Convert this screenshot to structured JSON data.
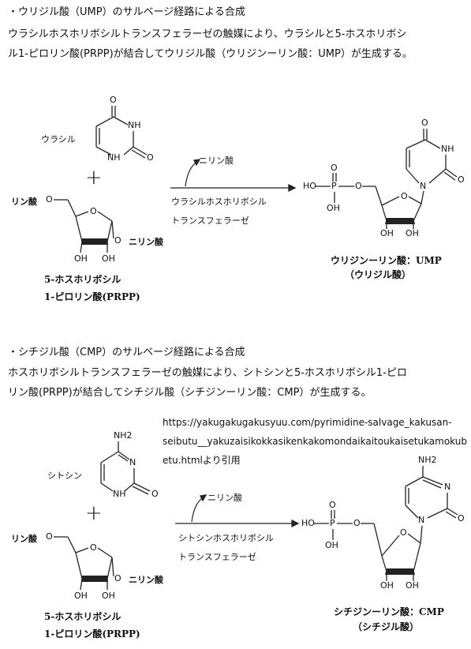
{
  "section1": {
    "heading": "・ウリジル酸（UMP）のサルベージ経路による合成",
    "desc_line1": "ウラシルホスホリボシルトランスフェラーゼの触媒により、ウラシルと5-ホスホリボシ",
    "desc_line2": "ル1-ピロリン酸(PRPP)が結合してウリジル酸（ウリジンーリン酸：UMP）が生成する。",
    "base_name": "ウラシル",
    "phosphate_left": "リン酸",
    "pyrophosphate_tag": "ニリン酸",
    "prpp_line1": "5-ホスホリボシル",
    "prpp_line2": "1-ピロリン酸(PRPP)",
    "byproduct": "ニリン酸",
    "enzyme_line1": "ウラシルホスホリボシル",
    "enzyme_line2": "トランスフェラーゼ",
    "product_line1": "ウリジンーリン酸：UMP",
    "product_line2": "（ウリジル酸）"
  },
  "section2": {
    "heading": "・シチジル酸（CMP）のサルベージ経路による合成",
    "desc_line1": "ホスホリボシルトランスフェラーゼの触媒により、シトシンと5-ホスホリボシル1-ピロ",
    "desc_line2": "リン酸(PRPP)が結合してシチジル酸（シチジンーリン酸：CMP）が生成する。",
    "base_name": "シトシン",
    "phosphate_left": "リン酸",
    "pyrophosphate_tag": "ニリン酸",
    "prpp_line1": "5-ホスホリボシル",
    "prpp_line2": "1-ピロリン酸(PRPP)",
    "byproduct": "ニリン酸",
    "enzyme_line1": "シトシンホスホリボシル",
    "enzyme_line2": "トランスフェラーゼ",
    "product_line1": "シチジンーリン酸：CMP",
    "product_line2": "（シチジル酸）"
  },
  "source_line1": "https://yakugakugakusyuu.com/pyrimidine-salvage_kakusan-",
  "source_line2": "seibutu__yakuzaisikokkasikenkakomondaikaitoukaisetukamokub",
  "source_line3": "etu.htmlより引用",
  "atoms": {
    "O": "O",
    "NH": "NH",
    "N": "N",
    "NH2": "NH2",
    "OH": "OH",
    "HO": "HO",
    "P": "P",
    "plus": "+"
  }
}
